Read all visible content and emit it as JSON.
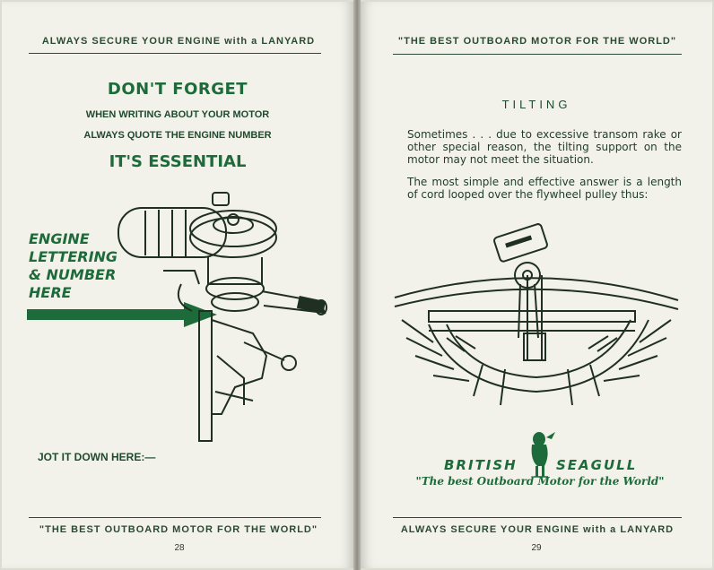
{
  "left_page": {
    "header": "ALWAYS SECURE YOUR ENGINE with a LANYARD",
    "headline": "DON'T FORGET",
    "line1": "WHEN WRITING ABOUT YOUR MOTOR",
    "line2": "ALWAYS QUOTE THE ENGINE NUMBER",
    "emphasis": "IT'S ESSENTIAL",
    "engine_label": [
      "ENGINE",
      "LETTERING",
      "& NUMBER",
      "HERE"
    ],
    "jot_label": "JOT IT DOWN HERE:—",
    "footer": "\"THE BEST OUTBOARD MOTOR FOR THE WORLD\"",
    "page_number": "28"
  },
  "right_page": {
    "header": "\"THE BEST OUTBOARD MOTOR FOR THE WORLD\"",
    "section_title": "TILTING",
    "paragraph1": "Sometimes . . . due to excessive transom rake or other special reason, the tilting support on the motor may not meet the situation.",
    "paragraph2": "The most simple and effective answer is a length of cord looped over the flywheel pulley thus:",
    "brand_part1": "BRITISH",
    "brand_part2": "SEAGULL",
    "slogan": "\"The best Outboard Motor for the World\"",
    "footer": "ALWAYS SECURE YOUR ENGINE with a LANYARD",
    "page_number": "29"
  },
  "colors": {
    "ink_green": "#1d6b3a",
    "paper": "#f3f2ea"
  },
  "icons": [
    "outboard-motor-illustration",
    "arrow-icon",
    "boat-transom-illustration",
    "seagull-logo-icon"
  ]
}
